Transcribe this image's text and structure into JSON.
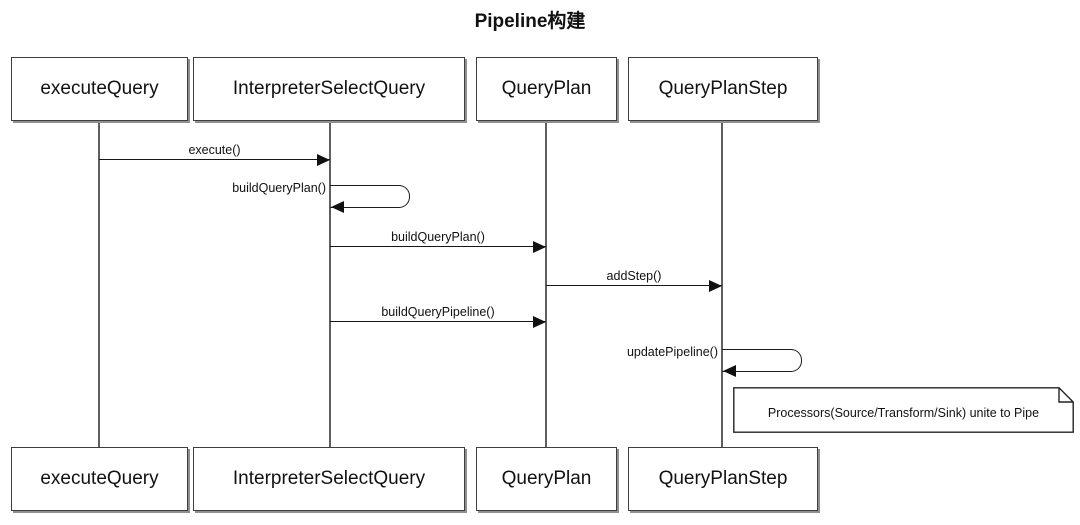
{
  "title": "Pipeline构建",
  "participants": [
    {
      "name": "executeQuery"
    },
    {
      "name": "InterpreterSelectQuery"
    },
    {
      "name": "QueryPlan"
    },
    {
      "name": "QueryPlanStep"
    }
  ],
  "messages": [
    {
      "label": "execute()",
      "from": "executeQuery",
      "to": "InterpreterSelectQuery",
      "type": "call"
    },
    {
      "label": "buildQueryPlan()",
      "from": "InterpreterSelectQuery",
      "to": "InterpreterSelectQuery",
      "type": "self"
    },
    {
      "label": "buildQueryPlan()",
      "from": "InterpreterSelectQuery",
      "to": "QueryPlan",
      "type": "call"
    },
    {
      "label": "addStep()",
      "from": "QueryPlan",
      "to": "QueryPlanStep",
      "type": "call"
    },
    {
      "label": "buildQueryPipeline()",
      "from": "InterpreterSelectQuery",
      "to": "QueryPlan",
      "type": "call"
    },
    {
      "label": "updatePipeline()",
      "from": "QueryPlanStep",
      "to": "QueryPlanStep",
      "type": "self"
    }
  ],
  "note": {
    "text": "Processors(Source/Transform/Sink) unite to Pipe",
    "attached_to": "QueryPlanStep"
  },
  "colors": {
    "background": "#ffffff",
    "line": "#161616",
    "box_border": "#3e3e3e",
    "box_shadow": "#8f8f8f",
    "lifeline": "#5f5f5f",
    "text": "#111111"
  }
}
